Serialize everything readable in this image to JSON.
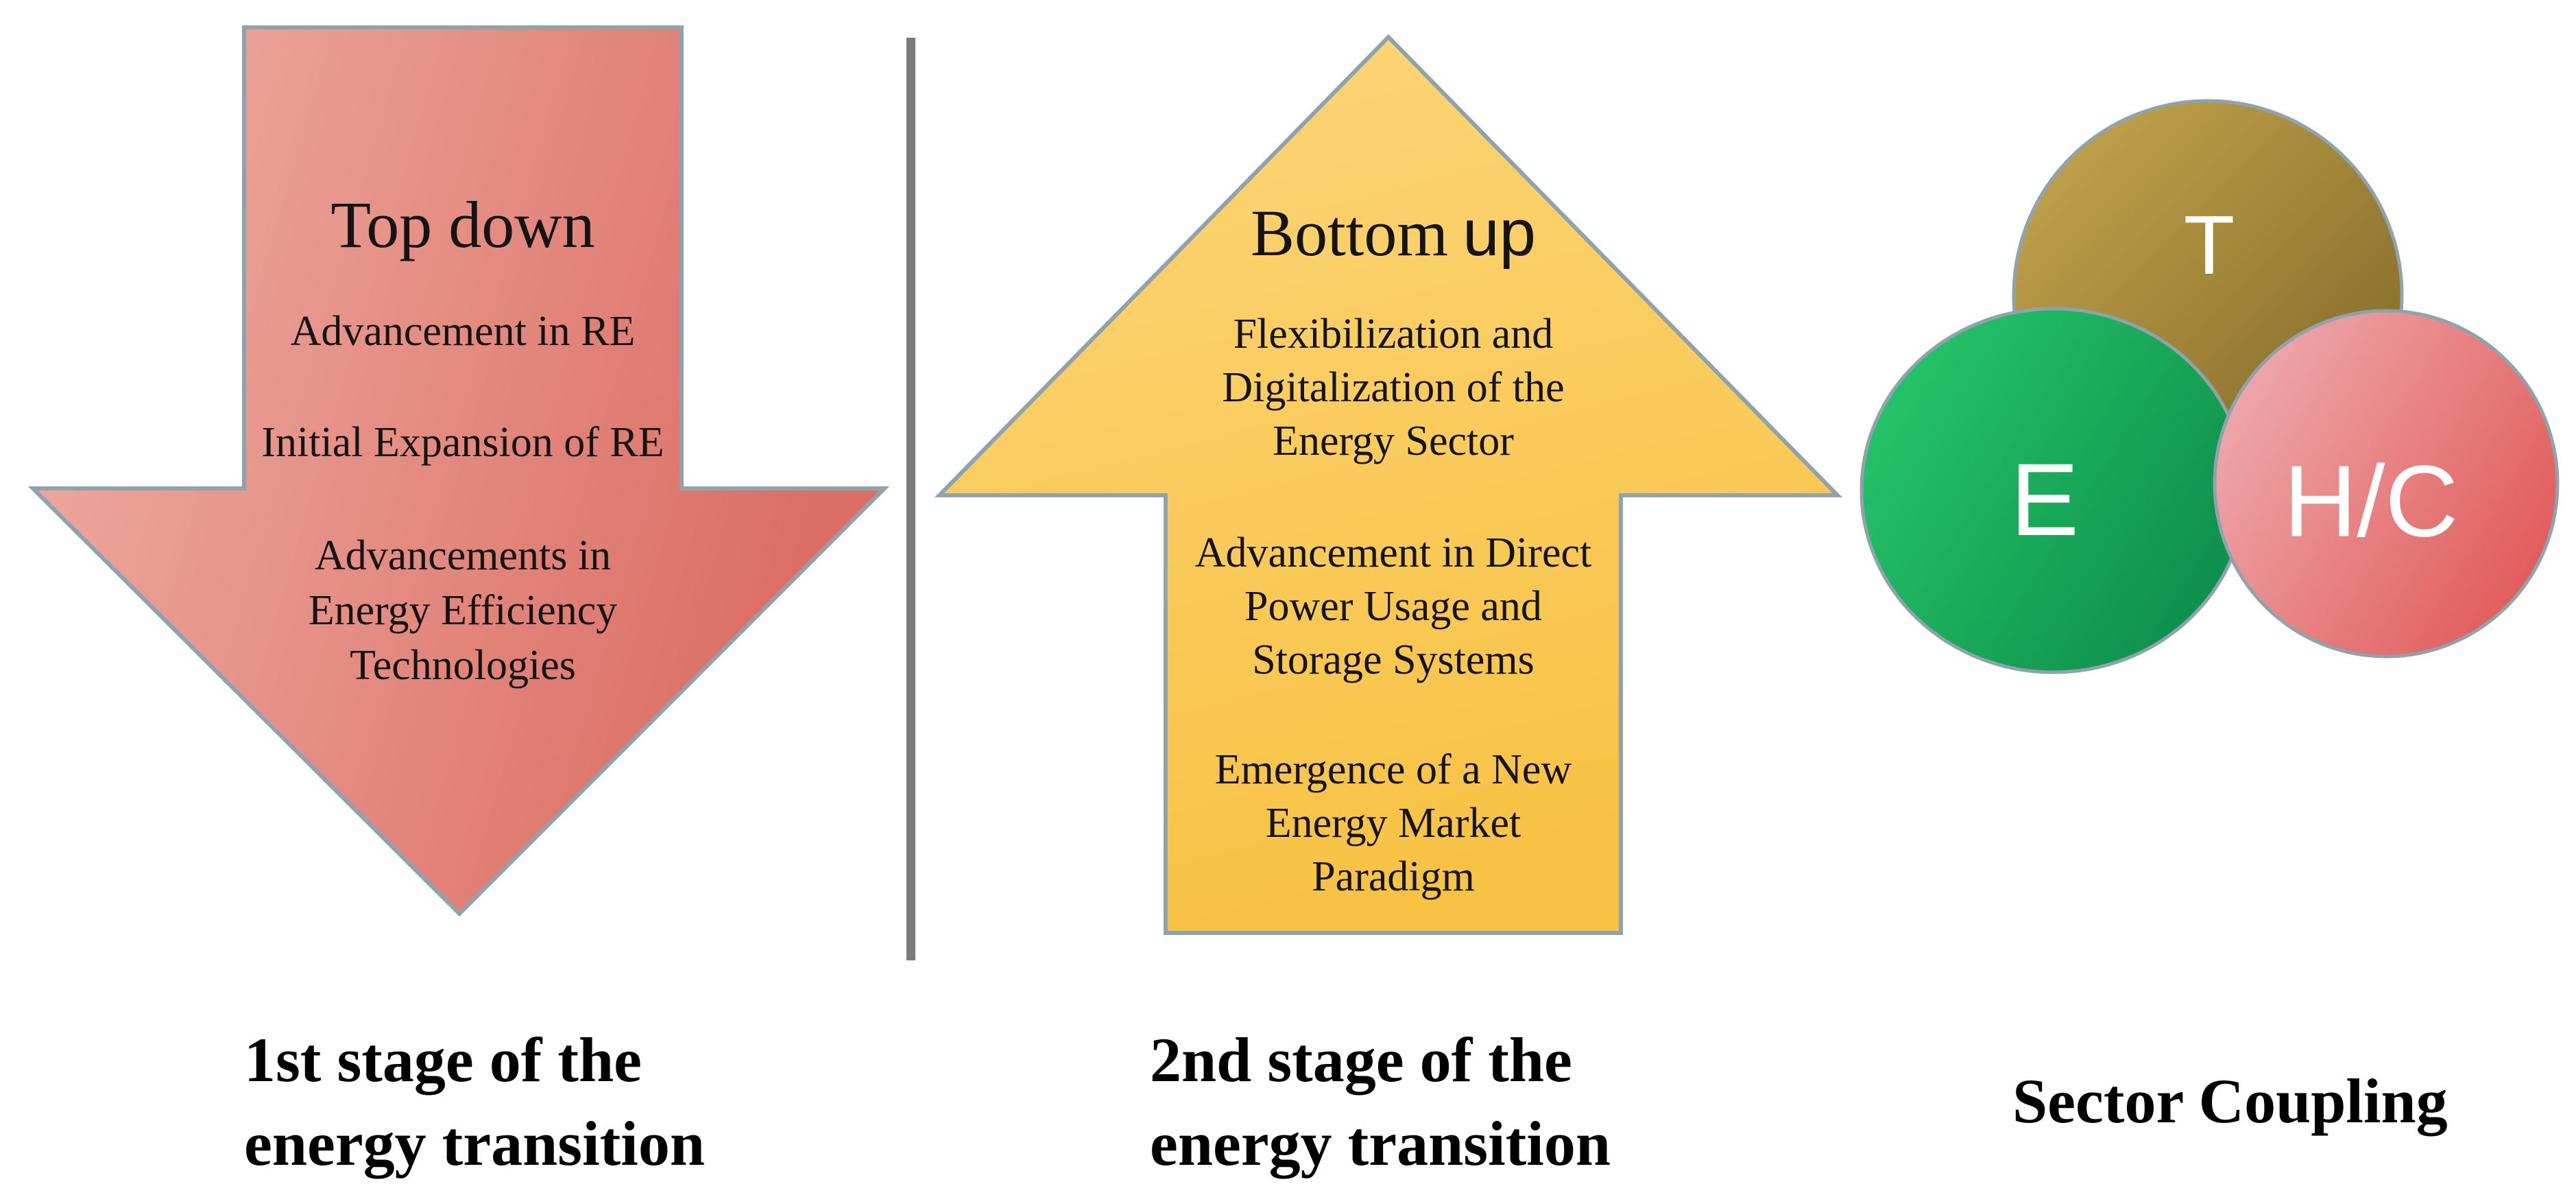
{
  "colors": {
    "shape_stroke": "#8EA3AB",
    "divider": "#7B7B7B",
    "down_arrow_light": "#EFB0A5",
    "down_arrow_dark": "#DB6E65",
    "up_arrow_light": "#FCD67A",
    "up_arrow_dark": "#F8C345",
    "circle_t_light": "#C9A950",
    "circle_t_dark": "#7A6322",
    "circle_e_light": "#25C76B",
    "circle_e_dark": "#0D8B49",
    "circle_hc_light": "#EFACAE",
    "circle_hc_dark": "#E05756",
    "body_text": "#141414",
    "circle_label_text": "#FFFFFF"
  },
  "stage1": {
    "title": "Top down",
    "line1": "Advancement in RE",
    "line2": "Initial Expansion of RE",
    "para": [
      "Advancements in",
      "Energy Efficiency",
      "Technologies"
    ],
    "caption": [
      "1st stage of the",
      "energy transition"
    ]
  },
  "stage2": {
    "title_serif": "Bottom",
    "title_sans": "up",
    "para1": [
      "Flexibilization and",
      "Digitalization of the",
      "Energy Sector"
    ],
    "para2": [
      "Advancement in Direct",
      "Power Usage and",
      "Storage Systems"
    ],
    "para3": [
      "Emergence of a New",
      "Energy Market",
      "Paradigm"
    ],
    "caption": [
      "2nd stage of the",
      "energy transition"
    ]
  },
  "sector_coupling": {
    "caption": "Sector Coupling",
    "circle_t_label": "T",
    "circle_e_label": "E",
    "circle_hc_label": "H/C"
  }
}
